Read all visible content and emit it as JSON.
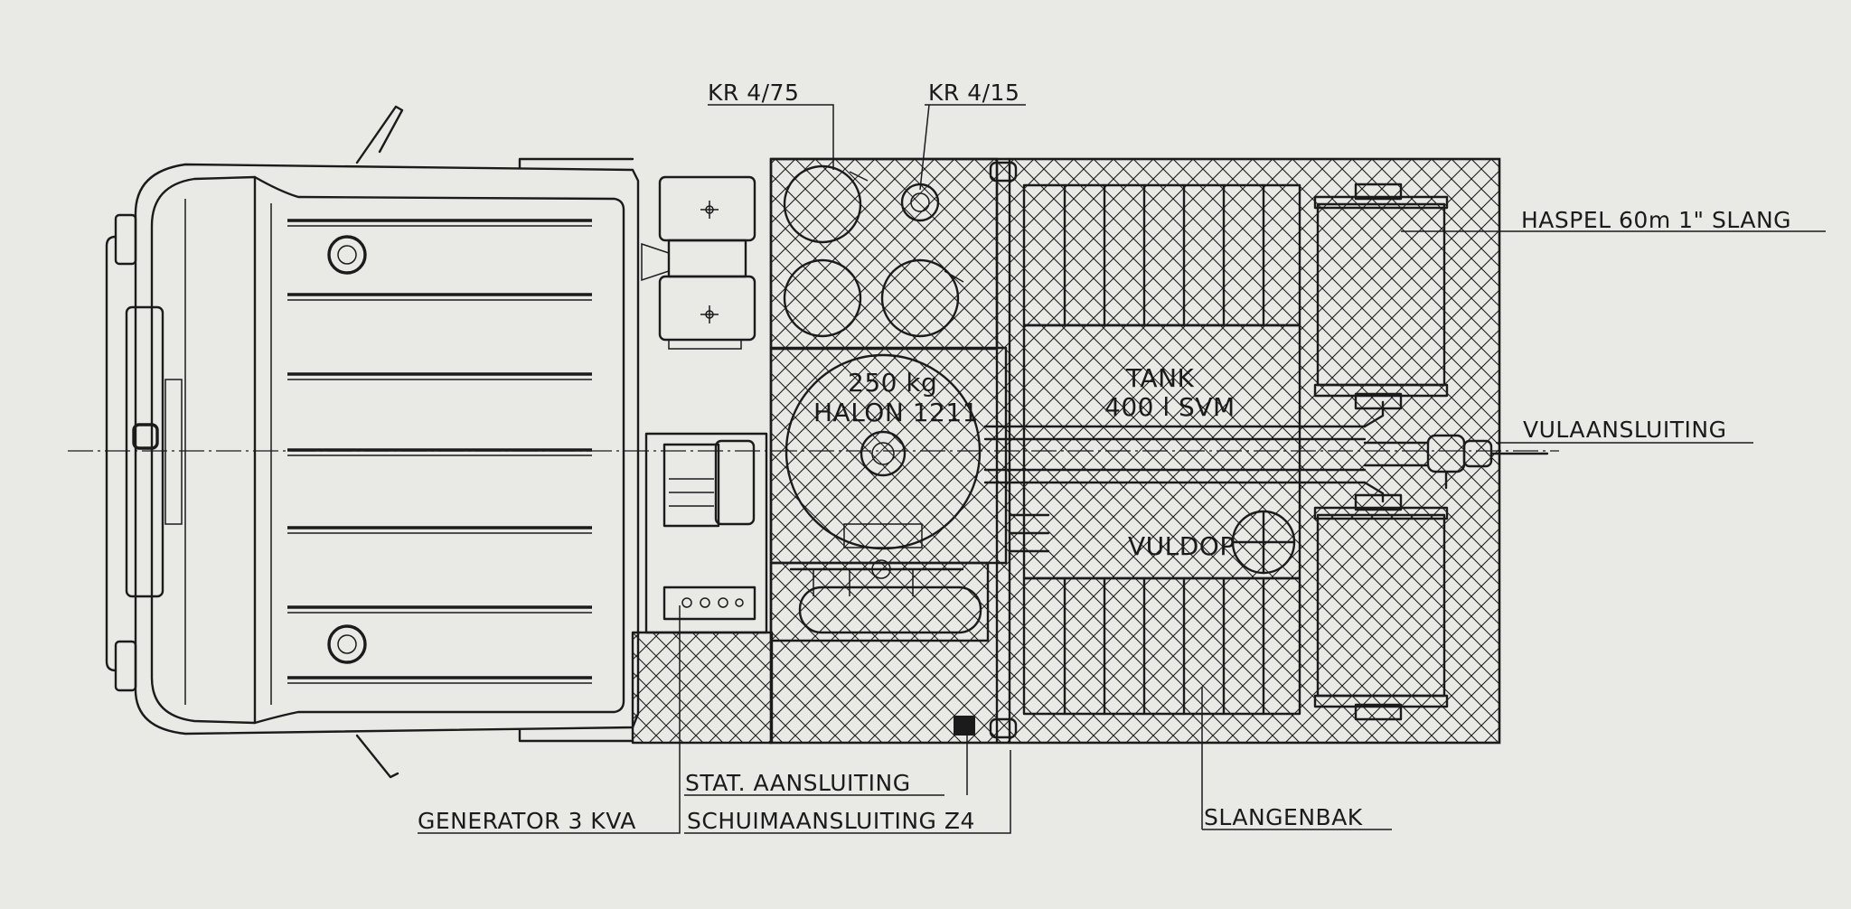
{
  "labels": {
    "kr_4_75": "KR 4/75",
    "kr_4_15": "KR 4/15",
    "haspel": "HASPEL 60m 1\" SLANG",
    "vulaansluiting": "VULAANSLUITING",
    "halon_weight": "250 kg",
    "halon_name": "HALON 1211",
    "tank_title": "TANK",
    "tank_capacity": "400 l SVM",
    "vuldop": "VULDOP",
    "stat_aansluiting": "STAT. AANSLUITING",
    "generator": "GENERATOR 3 KVA",
    "schuimaansluiting": "SCHUIMAANSLUITING Z4",
    "slangenbak": "SLANGENBAK"
  },
  "colors": {
    "paper": "#e9e9e6",
    "ink": "#1b1b1b"
  }
}
